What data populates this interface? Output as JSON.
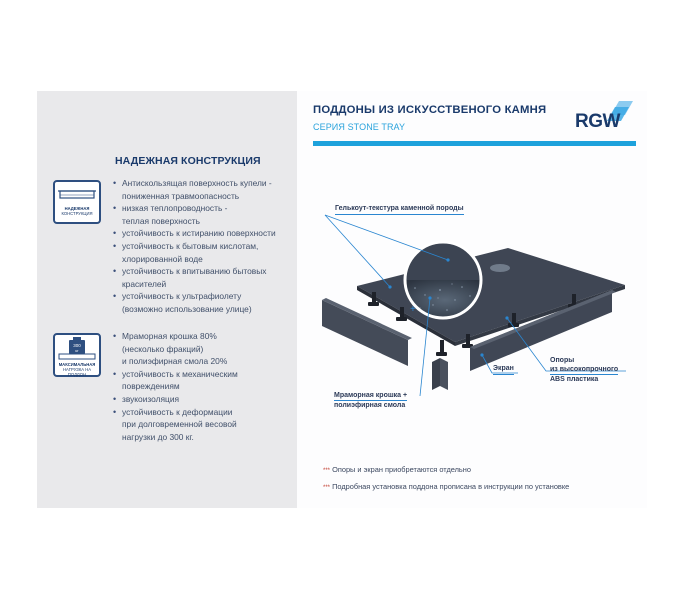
{
  "header": {
    "title": "ПОДДОНЫ ИЗ ИСКУССТВЕНОГО КАМНЯ",
    "subtitle": "СЕРИЯ STONE TRAY",
    "logo_text": "RGW",
    "accent_color": "#1ea2dc",
    "title_color": "#1a3a6b"
  },
  "left_panel": {
    "section_title": "НАДЕЖНАЯ КОНСТРУКЦИЯ",
    "feature_blocks": [
      {
        "icon": "tray-construction-icon",
        "icon_caption_line1": "НАДЕЖНАЯ",
        "icon_caption_line2": "КОНСТРУКЦИЯ",
        "items": [
          {
            "text": "Антискользящая поверхность купели -",
            "bullet": true
          },
          {
            "text": "пониженная травмоопасность",
            "bullet": false
          },
          {
            "text": "низкая теплопроводность -",
            "bullet": true
          },
          {
            "text": " теплая поверхность",
            "bullet": false
          },
          {
            "text": "устойчивость к истиранию поверхности",
            "bullet": true
          },
          {
            "text": "устойчивость к бытовым кислотам,",
            "bullet": true
          },
          {
            "text": "хлорированной воде",
            "bullet": false
          },
          {
            "text": "устойчивость к впитыванию бытовых",
            "bullet": true
          },
          {
            "text": "красителей",
            "bullet": false
          },
          {
            "text": "устойчивость к ультрафиолету",
            "bullet": true
          },
          {
            "text": "(возможно использование улице)",
            "bullet": false
          }
        ]
      },
      {
        "icon": "weight-load-icon",
        "icon_weight_label": "300 КГ",
        "icon_caption_line1": "МАКСИМАЛЬНАЯ",
        "icon_caption_line2": "НАГРУЗКА НА ПОДДОН",
        "items": [
          {
            "text": "Мраморная крошка 80%",
            "bullet": true
          },
          {
            "text": "(несколько фракций)",
            "bullet": false
          },
          {
            "text": " и полиэфирная смола 20%",
            "bullet": false
          },
          {
            "text": "устойчивость к механическим",
            "bullet": true
          },
          {
            "text": "повреждениям",
            "bullet": false
          },
          {
            "text": "звукоизоляция",
            "bullet": true
          },
          {
            "text": "устойчивость к деформации",
            "bullet": true
          },
          {
            "text": "при долговременной весовой",
            "bullet": false
          },
          {
            "text": "нагрузки до 300 кг.",
            "bullet": false
          }
        ]
      }
    ]
  },
  "diagram": {
    "callouts": {
      "gelcoat": "Гелькоут-текстура каменной породы",
      "marble_line1": "Мраморная крошка +",
      "marble_line2": "полиэфирная смола",
      "screen": "Экран",
      "supports_line1": "Опоры",
      "supports_line2": "из высокопрочного",
      "supports_line3": "ABS пластика"
    },
    "zoom_plus": "+"
  },
  "footnotes": [
    {
      "stars": "***",
      "text": "Опоры и экран приобретаются отдельно"
    },
    {
      "stars": "***",
      "text": "Подробная установка поддона прописана в инструкции по установке"
    }
  ]
}
